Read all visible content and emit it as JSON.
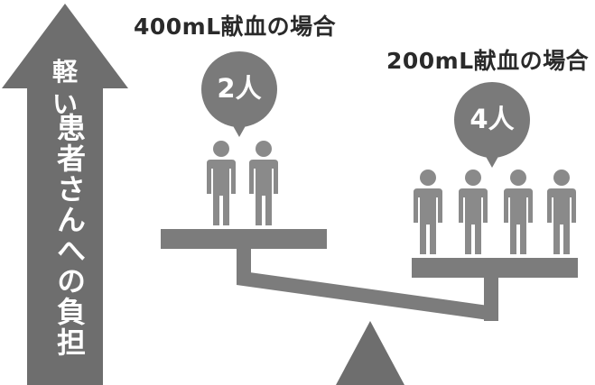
{
  "headings": {
    "left": "400mL献血の場合",
    "right": "200mL献血の場合"
  },
  "bubbles": {
    "left": "2人",
    "right": "4人"
  },
  "arrow": {
    "light": "軽い",
    "burden": "患者さんへの負担"
  },
  "people": {
    "left_count": 2,
    "right_count": 4
  },
  "colors": {
    "figure": "#8a8a8a",
    "dark": "#555555",
    "text": "#2a2a2a",
    "white": "#ffffff"
  }
}
